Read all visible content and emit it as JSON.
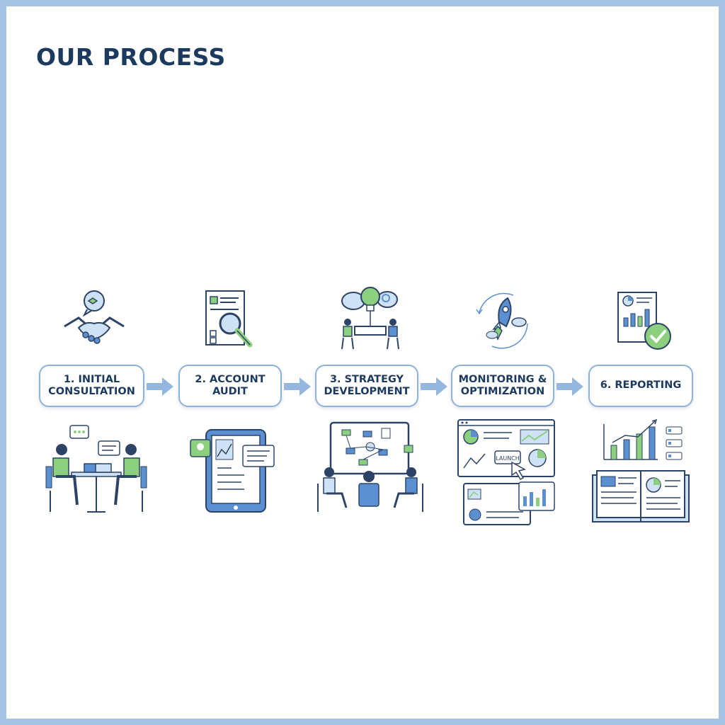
{
  "title": "OUR PROCESS",
  "steps": [
    {
      "label": "1. Initial Consultation",
      "top_icon": "handshake-icon",
      "illustration": "consultation-meeting-illustration"
    },
    {
      "label": "2. Account Audit",
      "top_icon": "document-magnifier-icon",
      "illustration": "tablet-audit-illustration"
    },
    {
      "label": "3. Strategy Development",
      "top_icon": "lightbulb-team-icon",
      "illustration": "strategy-whiteboard-illustration"
    },
    {
      "label": "Monitoring & Optimization",
      "top_icon": "rocket-launch-icon",
      "illustration": "dashboard-launch-illustration"
    },
    {
      "label": "6. Reporting",
      "top_icon": "report-check-icon",
      "illustration": "report-book-illustration"
    }
  ],
  "illustration_text": {
    "launch_button": "LAUNCH"
  },
  "colors": {
    "frame": "#a7c3e3",
    "title": "#1c3a5e",
    "box_border": "#8eb2da",
    "arrow": "#93b7de",
    "accent_green": "#8ccf7e",
    "accent_blue": "#5b8fd0",
    "ink": "#2d4366"
  }
}
